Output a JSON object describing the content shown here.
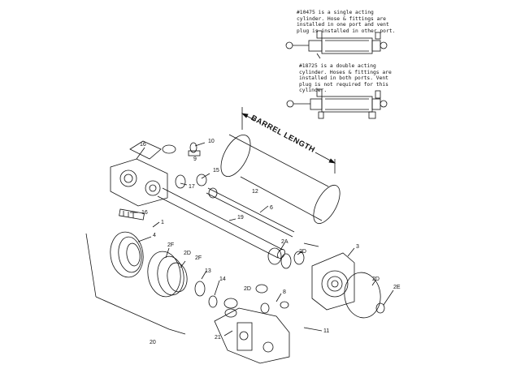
{
  "notes": {
    "single_acting": "#10475 is a single acting cylinder. Hose & fittings are installed in one port and vent plug is installed in other port.",
    "double_acting": "#18725 is a double acting cylinder. Hoses & fittings are installed in both ports. Vent plug is not required for this cylinder."
  },
  "barrel_label": "BARREL LENGTH",
  "callouts": [
    {
      "id": "c16a",
      "text": "16"
    },
    {
      "id": "c10",
      "text": "10"
    },
    {
      "id": "c9",
      "text": "9"
    },
    {
      "id": "c15",
      "text": "15"
    },
    {
      "id": "c17",
      "text": "17"
    },
    {
      "id": "c12",
      "text": "12"
    },
    {
      "id": "c6",
      "text": "6"
    },
    {
      "id": "c19",
      "text": "19"
    },
    {
      "id": "c16b",
      "text": "16"
    },
    {
      "id": "c1",
      "text": "1"
    },
    {
      "id": "c4",
      "text": "4"
    },
    {
      "id": "c2fa",
      "text": "2F"
    },
    {
      "id": "c2fb",
      "text": "2F"
    },
    {
      "id": "c2da",
      "text": "2D"
    },
    {
      "id": "c13",
      "text": "13"
    },
    {
      "id": "c14",
      "text": "14"
    },
    {
      "id": "c2a",
      "text": "2A"
    },
    {
      "id": "c2db",
      "text": "2D"
    },
    {
      "id": "c3",
      "text": "3"
    },
    {
      "id": "c2dc",
      "text": "2D"
    },
    {
      "id": "c2e",
      "text": "2E"
    },
    {
      "id": "c8",
      "text": "8"
    },
    {
      "id": "c11",
      "text": "11"
    },
    {
      "id": "c20",
      "text": "20"
    },
    {
      "id": "c21",
      "text": "21"
    },
    {
      "id": "c2dd",
      "text": "2D"
    }
  ]
}
